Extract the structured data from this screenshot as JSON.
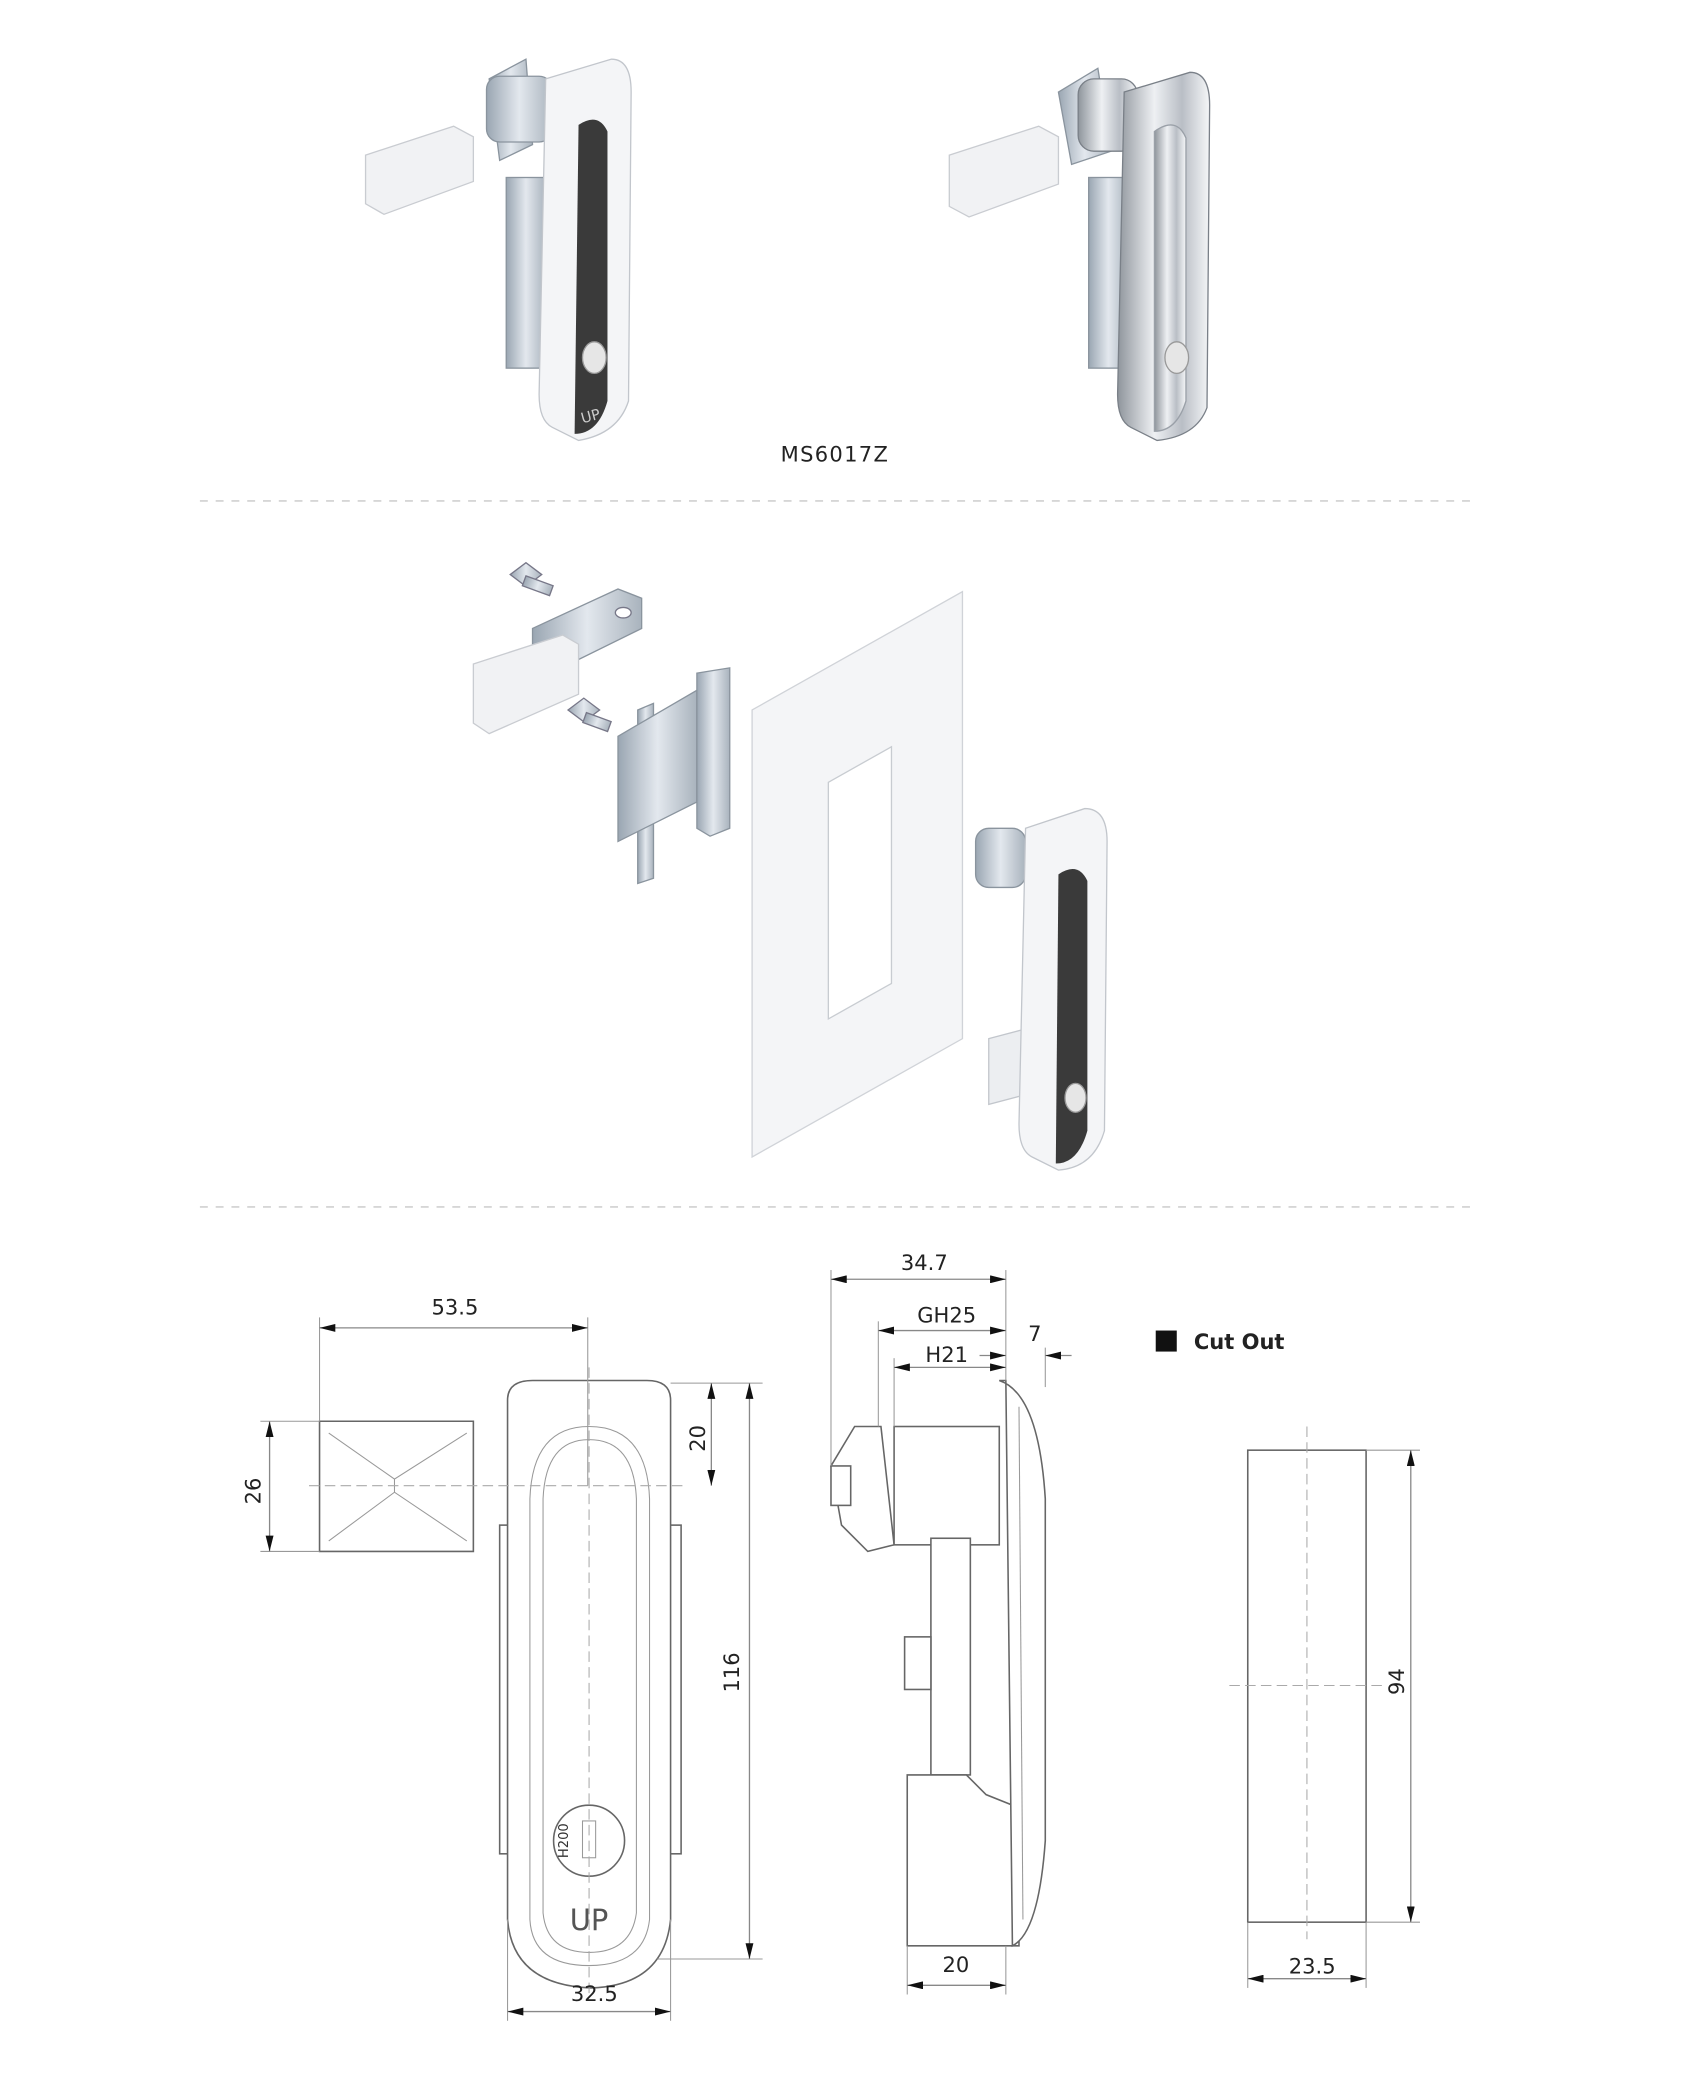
{
  "model_label": "MS6017Z",
  "drawing": {
    "front": {
      "width_lever": "53.5",
      "lever_height": "26",
      "top_offset": "20",
      "height": "116",
      "width": "32.5",
      "key_text": "H200",
      "handle_mark": "UP"
    },
    "side": {
      "depth": "34.7",
      "gh": "GH25",
      "h": "H21",
      "thickness": "7",
      "base": "20"
    },
    "cutout": {
      "title": "Cut Out",
      "height": "94",
      "width": "23.5"
    }
  },
  "colors": {
    "handle_dark": "#3a3a3a",
    "handle_white": "#f2f2f2",
    "chrome": "#c8ccd2",
    "zinc": "#b8c2cc"
  }
}
